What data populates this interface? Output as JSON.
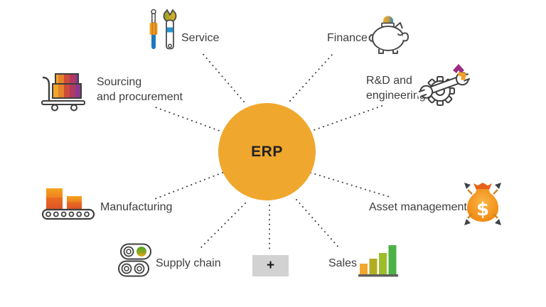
{
  "colors": {
    "circle_fill": "#F0A72D",
    "label_text": "#3E3E3E",
    "erp_text": "#232323",
    "connector_dot": "#3C3C3C",
    "plus_background": "#D2D2D2",
    "plus_text": "#1A1A1A"
  },
  "center": {
    "label": "ERP"
  },
  "nodes": {
    "service": {
      "label": "Service",
      "icon": "service-tools-icon"
    },
    "finance": {
      "label": "Finance",
      "icon": "piggy-bank-icon"
    },
    "sourcing": {
      "line1": "Sourcing",
      "line2": "and procurement",
      "icon": "hand-truck-icon"
    },
    "rnd": {
      "line1": "R&D and",
      "line2": "engineering",
      "icon": "gear-wrench-icon"
    },
    "manufacturing": {
      "label": "Manufacturing",
      "icon": "conveyor-belt-icon"
    },
    "asset": {
      "label": "Asset management",
      "icon": "money-bag-icon"
    },
    "supply": {
      "label": "Supply chain",
      "icon": "rollers-icon"
    },
    "sales": {
      "label": "Sales",
      "icon": "bar-chart-icon"
    }
  },
  "add_button": {
    "label": "+"
  }
}
